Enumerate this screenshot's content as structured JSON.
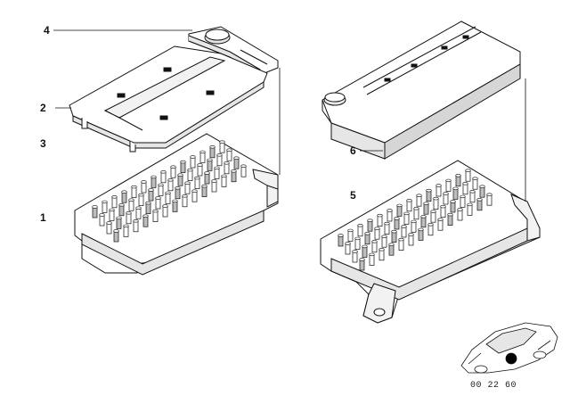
{
  "diagram": {
    "callouts": {
      "c1": "1",
      "c2": "2",
      "c3": "3",
      "c4": "4",
      "c5": "5",
      "c6": "6"
    },
    "reference_number": "00 22 60",
    "colors": {
      "stroke": "#111111",
      "fill_light": "#ffffff",
      "fill_shade": "#e6e6e6",
      "fill_dark": "#bdbdbd",
      "thumb_dot": "#000000"
    },
    "icons": {
      "car-thumbnail": "car-icon"
    }
  }
}
